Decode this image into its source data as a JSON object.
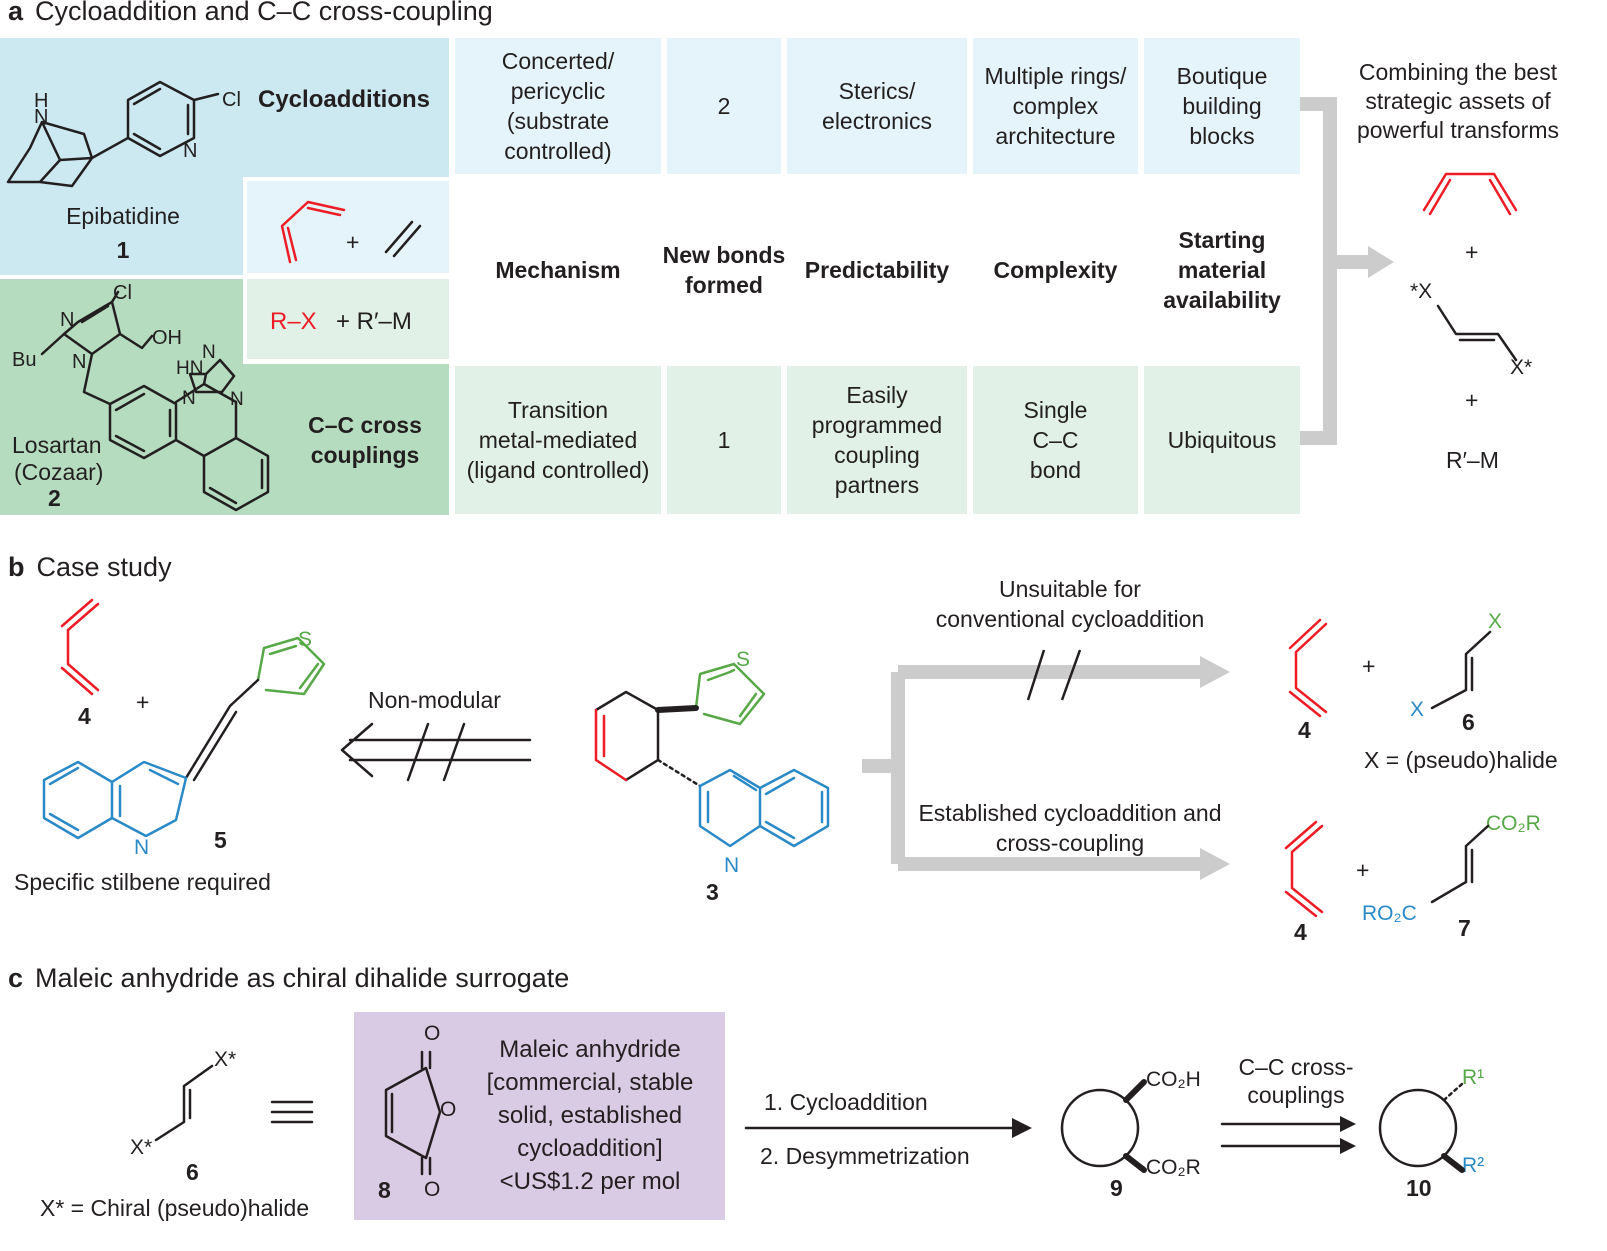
{
  "colors": {
    "light_blue": "#cce9f1",
    "pale_blue": "#e5f4fa",
    "green": "#b5dcbf",
    "pale_green": "#e1f1e7",
    "red": "#ee1c25",
    "blue": "#2a8ac8",
    "green_struct": "#57a947",
    "purple": "#d8cbe3",
    "grey_arrow": "#cccccc"
  },
  "panel_a": {
    "letter": "a",
    "title": "Cycloaddition and C–C cross-coupling",
    "epibatidine_name": "Epibatidine",
    "epibatidine_num": "1",
    "losartan_name": "Losartan",
    "losartan_alt": "(Cozaar)",
    "losartan_num": "2",
    "row1_label": "Cycloadditions",
    "row2_label": "C–C cross\ncouplings",
    "reagent_plus": "+",
    "rx": "R–X",
    "rm_plus": "+ R′–M",
    "headers": [
      "Mechanism",
      "New bonds\nformed",
      "Predictability",
      "Complexity",
      "Starting\nmaterial\navailability"
    ],
    "cyclo_row": [
      "Concerted/\npericyclic\n(substrate\ncontrolled)",
      "2",
      "Sterics/\nelectronics",
      "Multiple rings/\ncomplex\narchitecture",
      "Boutique\nbuilding\nblocks"
    ],
    "cross_row": [
      "Transition\nmetal-mediated\n(ligand controlled)",
      "1",
      "Easily\nprogrammed\ncoupling\npartners",
      "Single\nC–C\nbond",
      "Ubiquitous"
    ],
    "combining": "Combining the best\nstrategic assets of\npowerful transforms",
    "plus1": "+",
    "plus2": "+",
    "xstar_top": "*X",
    "xstar_bottom": "X*",
    "rm": "R′–M",
    "atom_labels": {
      "nh": "H",
      "n": "N",
      "cl": "Cl",
      "n2": "N",
      "oh": "OH",
      "bu": "Bu",
      "n3": "N",
      "n4": "N",
      "hn": "HN",
      "nn": "N",
      "n5": "N",
      "n6": "N",
      "cl2": "Cl"
    }
  },
  "panel_b": {
    "letter": "b",
    "title": "Case study",
    "num4": "4",
    "plus": "+",
    "num5": "5",
    "specific": "Specific stilbene required",
    "non_modular": "Non-modular",
    "num3": "3",
    "s1": "S",
    "s2": "S",
    "n1": "N",
    "n2": "N",
    "unsuitable": "Unsuitable for\nconventional cycloaddition",
    "established": "Established cycloaddition and\ncross-coupling",
    "top_num4": "4",
    "top_plus": "+",
    "x_top": "X",
    "x_bottom": "X",
    "num6": "6",
    "x_eq": "X = (pseudo)halide",
    "bot_num4": "4",
    "bot_plus": "+",
    "co2r": "CO₂R",
    "ro2c": "RO₂C",
    "num7": "7"
  },
  "panel_c": {
    "letter": "c",
    "title": "Maleic anhydride as chiral dihalide surrogate",
    "xstar_top": "X*",
    "xstar_bottom": "X*",
    "num6": "6",
    "xstar_def": "X* = Chiral (pseudo)halide",
    "box_text": "Maleic anhydride\n[commercial, stable\nsolid, established\ncycloaddition]\n<US$1.2 per mol",
    "num8": "8",
    "o1": "O",
    "o2": "O",
    "o3": "O",
    "step1": "1. Cycloaddition",
    "step2": "2. Desymmetrization",
    "co2h": "CO₂H",
    "co2r": "CO₂R",
    "num9": "9",
    "cc_label": "C–C cross-\ncouplings",
    "r1": "R¹",
    "r2": "R²",
    "num10": "10"
  }
}
